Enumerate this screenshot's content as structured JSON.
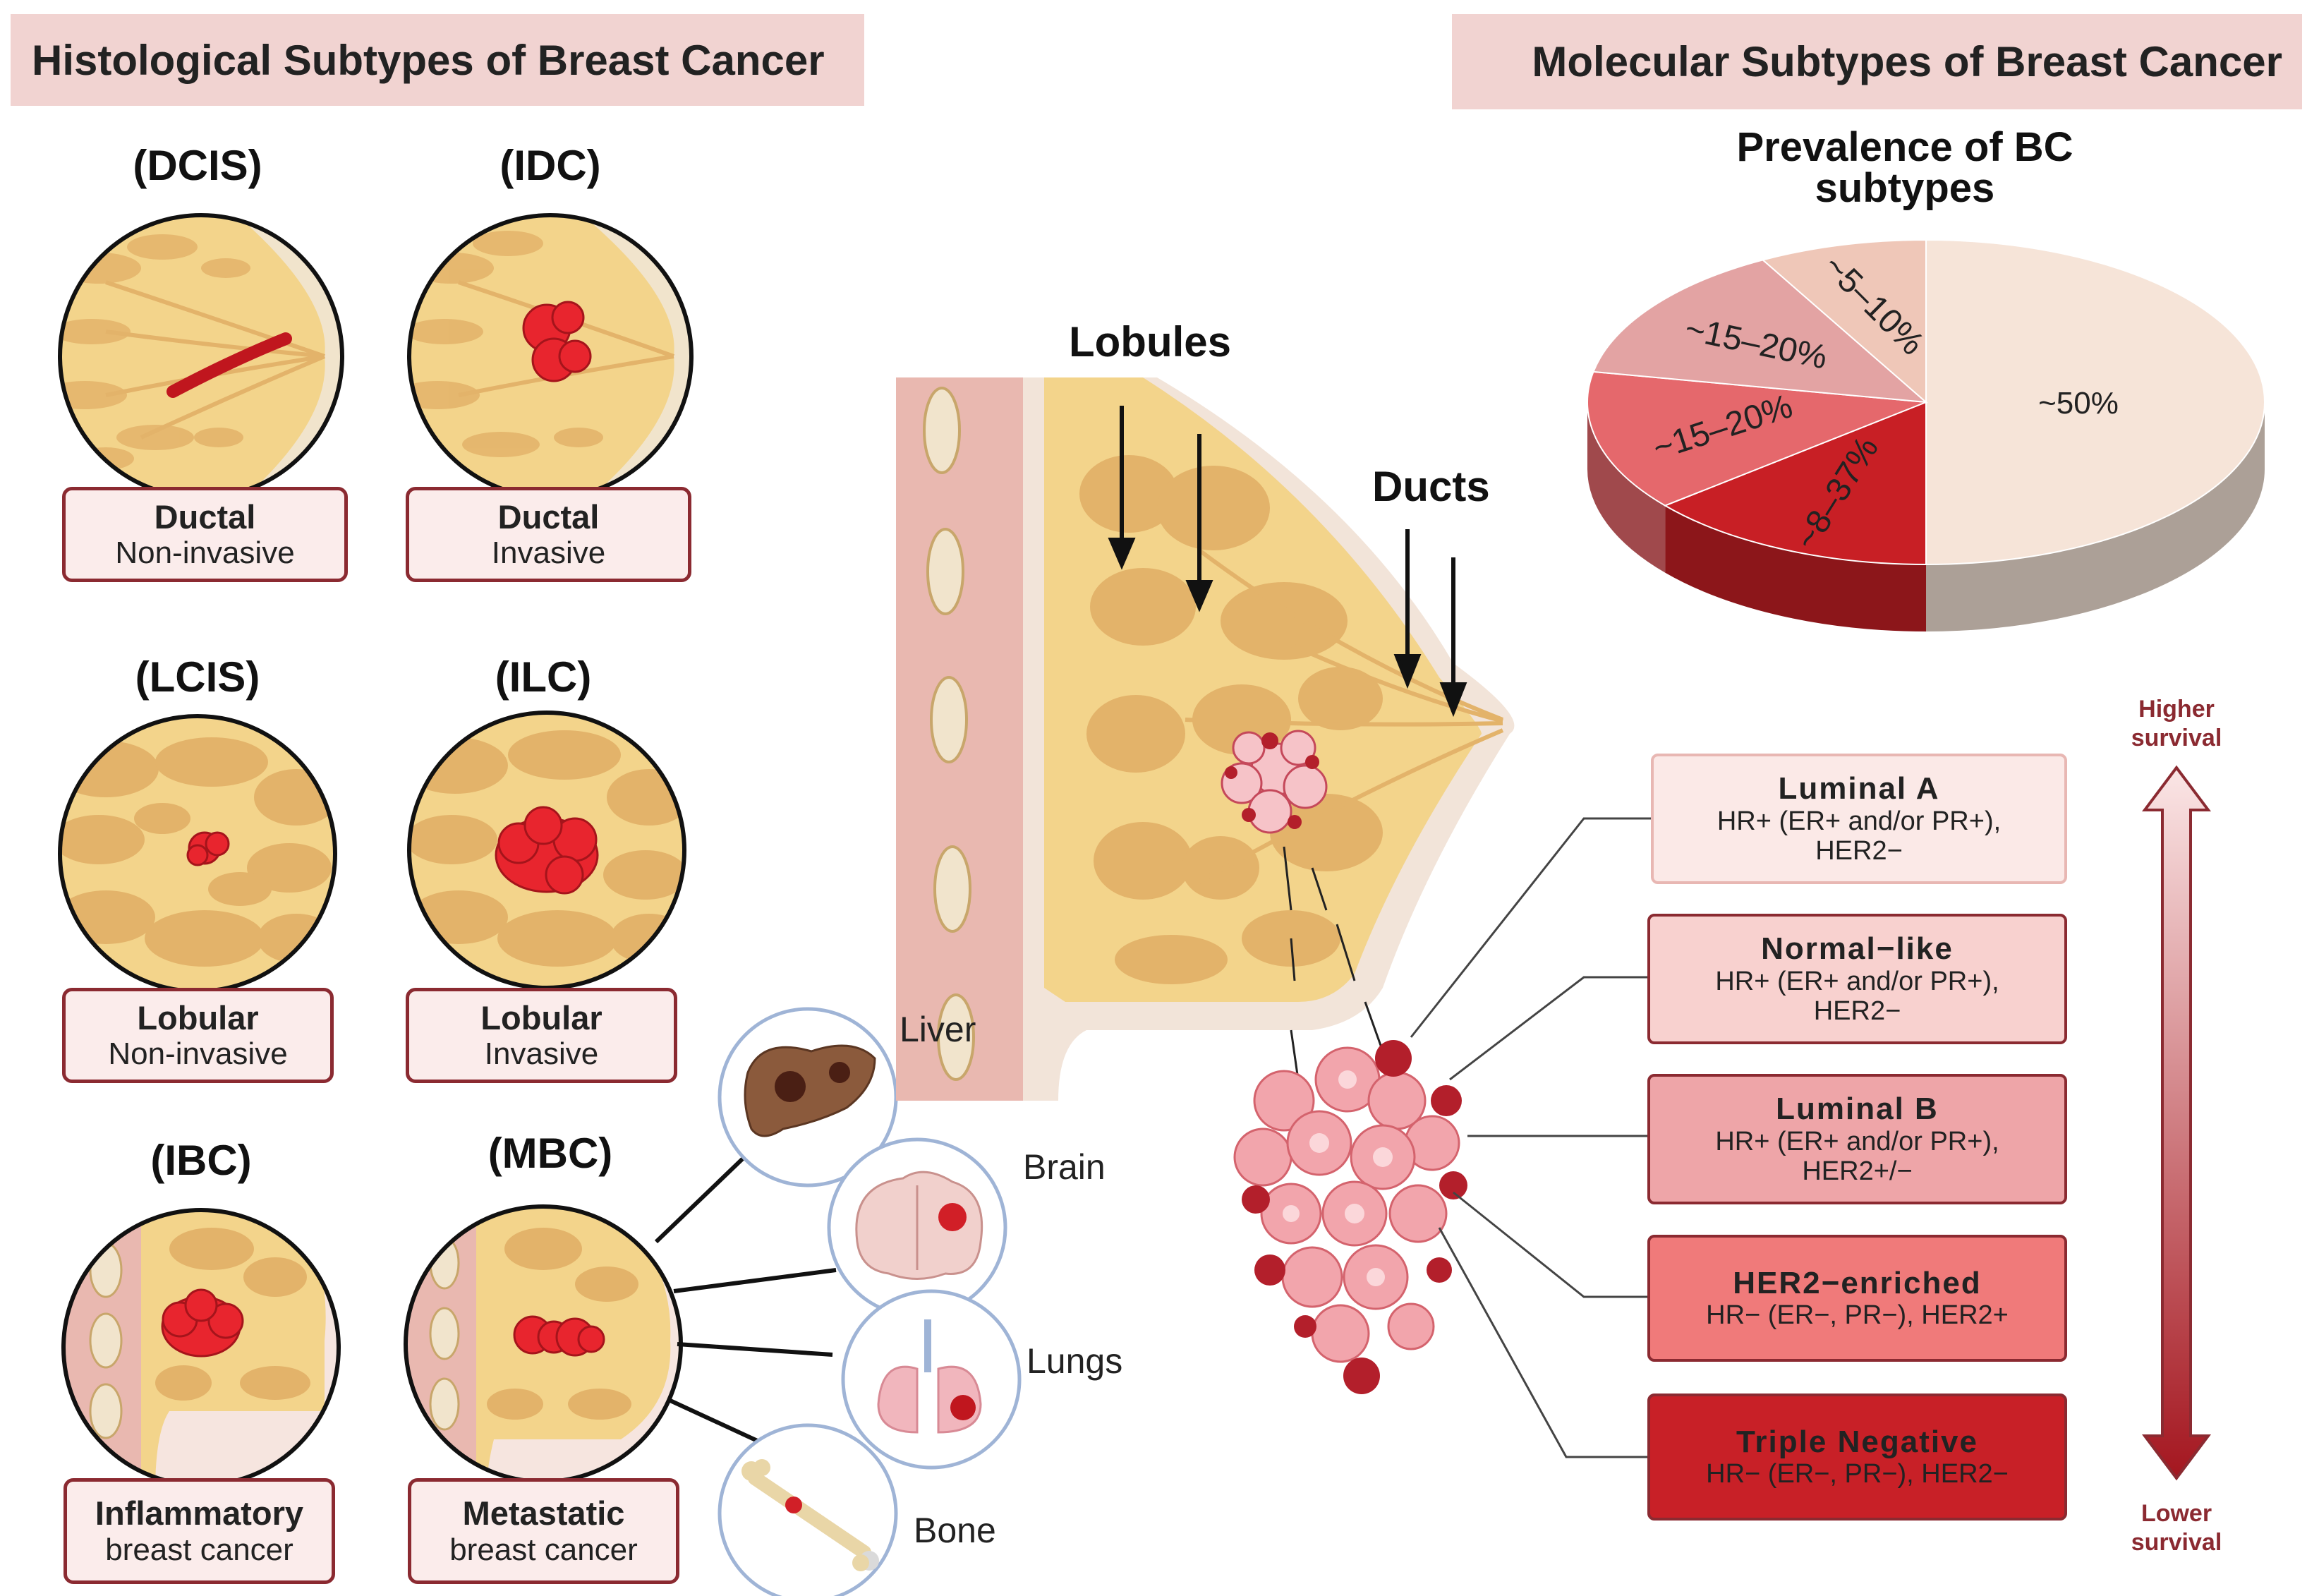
{
  "histological": {
    "header": "Histological Subtypes of Breast Cancer",
    "items": [
      {
        "code": "(DCIS)",
        "line1": "Ductal",
        "line2": "Non-invasive"
      },
      {
        "code": "(IDC)",
        "line1": "Ductal",
        "line2": "Invasive"
      },
      {
        "code": "(LCIS)",
        "line1": "Lobular",
        "line2": "Non-invasive"
      },
      {
        "code": "(ILC)",
        "line1": "Lobular",
        "line2": "Invasive"
      },
      {
        "code": "(IBC)",
        "line1": "Inflammatory",
        "line2": "breast cancer"
      },
      {
        "code": "(MBC)",
        "line1": "Metastatic",
        "line2": "breast cancer"
      }
    ]
  },
  "metastasis": {
    "organs": [
      "Liver",
      "Brain",
      "Lungs",
      "Bone"
    ]
  },
  "anatomy": {
    "lobules_label": "Lobules",
    "ducts_label": "Ducts"
  },
  "molecular": {
    "header": "Molecular  Subtypes of Breast Cancer",
    "pie_title": "Prevalence of BC subtypes",
    "subtypes": [
      {
        "name": "Luminal A",
        "detail1": "HR+ (ER+ and/or PR+),",
        "detail2": "HER2−"
      },
      {
        "name": "Normal−like",
        "detail1": "HR+ (ER+ and/or PR+),",
        "detail2": "HER2−"
      },
      {
        "name": "Luminal B",
        "detail1": "HR+ (ER+ and/or PR+),",
        "detail2": "HER2+/−"
      },
      {
        "name": "HER2−enriched",
        "detail1": "HR− (ER−, PR−), HER2+",
        "detail2": ""
      },
      {
        "name": "Triple Negative",
        "detail1": "HR− (ER−, PR−), HER2−",
        "detail2": ""
      }
    ],
    "survival_high": "Higher survival",
    "survival_low": "Lower survival"
  },
  "chart_data": {
    "type": "pie",
    "title": "Prevalence of BC subtypes",
    "slices": [
      {
        "label": "~50%",
        "value": 50,
        "color": "#f6e4d8"
      },
      {
        "label": "~8–37%",
        "value": 14,
        "color": "#c81f25"
      },
      {
        "label": "~15–20%",
        "value": 14,
        "color": "#e5686c"
      },
      {
        "label": "~15–20%",
        "value": 14,
        "color": "#e3a3a3"
      },
      {
        "label": "~5–10%",
        "value": 8,
        "color": "#efc7b8"
      }
    ]
  },
  "colors": {
    "header_bg": "#f1d3d1",
    "border": "#8b2a31",
    "tumor": "#e8252e",
    "tissue": "#f3d48b",
    "lobule": "#e3b36a"
  }
}
